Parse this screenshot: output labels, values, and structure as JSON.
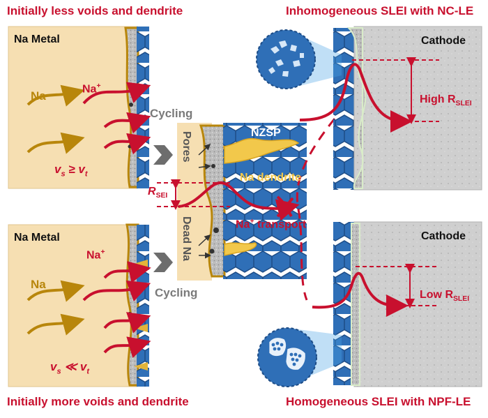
{
  "titles": {
    "top_left": "Initially less voids and dendrite",
    "bottom_left": "Initially more voids and dendrite",
    "top_right": "Inhomogeneous SLEI with NC-LE",
    "bottom_right": "Homogeneous SLEI with NPF-LE"
  },
  "left_panels": {
    "metal_label": "Na Metal",
    "na_label": "Na",
    "na_plus_label": "Na",
    "na_plus_sup": "+",
    "top_relation": "v",
    "top_relation_sub1": "s",
    "top_relation_op": " ≥ v",
    "top_relation_sub2": "t",
    "bottom_relation": "v",
    "bottom_relation_sub1": "s",
    "bottom_relation_op": "≪ v",
    "bottom_relation_sub2": "t"
  },
  "middle": {
    "cycling": "Cycling",
    "pores": "Pores",
    "dead_na": "Dead Na",
    "nzsp": "NZSP",
    "na_dendrite": "Na dendrite",
    "r_sei": "R",
    "r_sei_sub": "SEI",
    "na_transport": "Na",
    "na_transport_sup": "+",
    "na_transport_rest": " transport"
  },
  "right_panels": {
    "cathode": "Cathode",
    "high_r": "High R",
    "high_r_sub": "SLEI",
    "low_r": "Low R",
    "low_r_sub": "SLEI"
  },
  "colors": {
    "accent_red": "#c8102e",
    "gold": "#b8860b",
    "hex_blue": "#2d6db5",
    "metal_bg": "#f6dfb2",
    "cathode_bg": "#c9c9c9"
  }
}
